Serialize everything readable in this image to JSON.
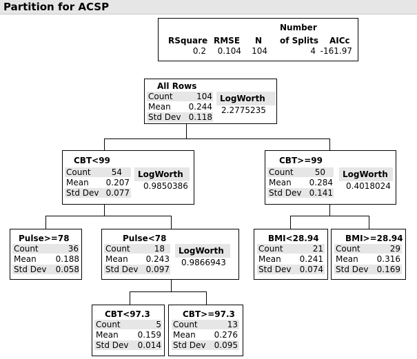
{
  "title": "Partition for ACSP",
  "summary": {
    "headers": {
      "rsquare": "RSquare",
      "rmse": "RMSE",
      "n": "N",
      "splits_line1": "Number",
      "splits_line2": "of Splits",
      "aicc": "AICc"
    },
    "values": {
      "rsquare": "0.2",
      "rmse": "0.104",
      "n": "104",
      "splits": "4",
      "aicc": "-161.97"
    }
  },
  "stat_labels": {
    "count": "Count",
    "mean": "Mean",
    "sd": "Std Dev",
    "logworth": "LogWorth"
  },
  "nodes": {
    "all_rows": {
      "label": "All Rows",
      "count": "104",
      "mean": "0.244",
      "sd": "0.118",
      "logworth": "2.2775235"
    },
    "cbt_lt_99": {
      "label": "CBT<99",
      "count": "54",
      "mean": "0.207",
      "sd": "0.077",
      "logworth": "0.9850386"
    },
    "cbt_ge_99": {
      "label": "CBT>=99",
      "count": "50",
      "mean": "0.284",
      "sd": "0.141",
      "logworth": "0.4018024"
    },
    "pulse_ge_78": {
      "label": "Pulse>=78",
      "count": "36",
      "mean": "0.188",
      "sd": "0.058"
    },
    "pulse_lt_78": {
      "label": "Pulse<78",
      "count": "18",
      "mean": "0.243",
      "sd": "0.097",
      "logworth": "0.9866943"
    },
    "bmi_lt": {
      "label": "BMI<28.94",
      "count": "21",
      "mean": "0.241",
      "sd": "0.074"
    },
    "bmi_ge": {
      "label": "BMI>=28.94",
      "count": "29",
      "mean": "0.316",
      "sd": "0.169"
    },
    "cbt_lt_973": {
      "label": "CBT<97.3",
      "count": "5",
      "mean": "0.159",
      "sd": "0.014"
    },
    "cbt_ge_973": {
      "label": "CBT>=97.3",
      "count": "13",
      "mean": "0.276",
      "sd": "0.095"
    }
  }
}
